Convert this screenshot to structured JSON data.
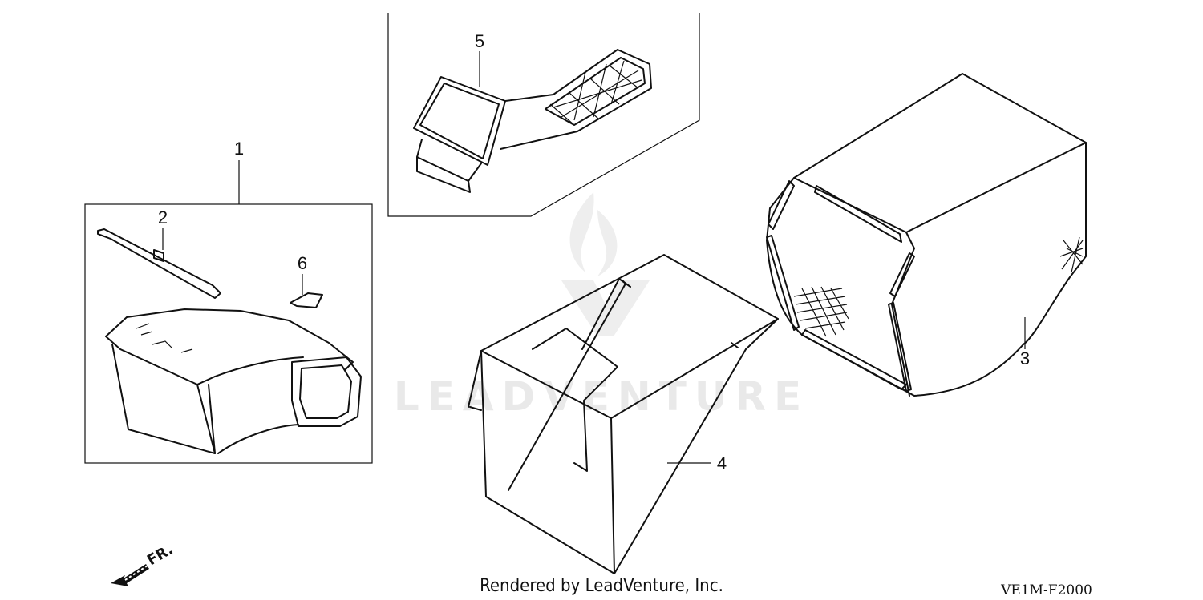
{
  "callouts": {
    "c1": "1",
    "c2": "2",
    "c3": "3",
    "c4": "4",
    "c5": "5",
    "c6": "6"
  },
  "watermark": "LEADVENTURE",
  "footer": {
    "credit": "Rendered by LeadVenture, Inc.",
    "diagram_code": "VE1M-F2000"
  },
  "direction": {
    "label": "FR.",
    "icon": "front-direction-arrow-icon"
  }
}
